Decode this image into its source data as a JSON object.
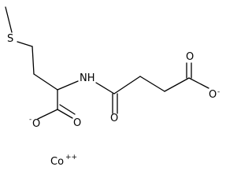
{
  "molecule": {
    "atoms": {
      "sulfur": "S",
      "nitrogen": "NH",
      "oxygen": "O",
      "cobalt": "Co"
    },
    "charges": {
      "carboxylate": "-",
      "cobalt": "++"
    }
  }
}
